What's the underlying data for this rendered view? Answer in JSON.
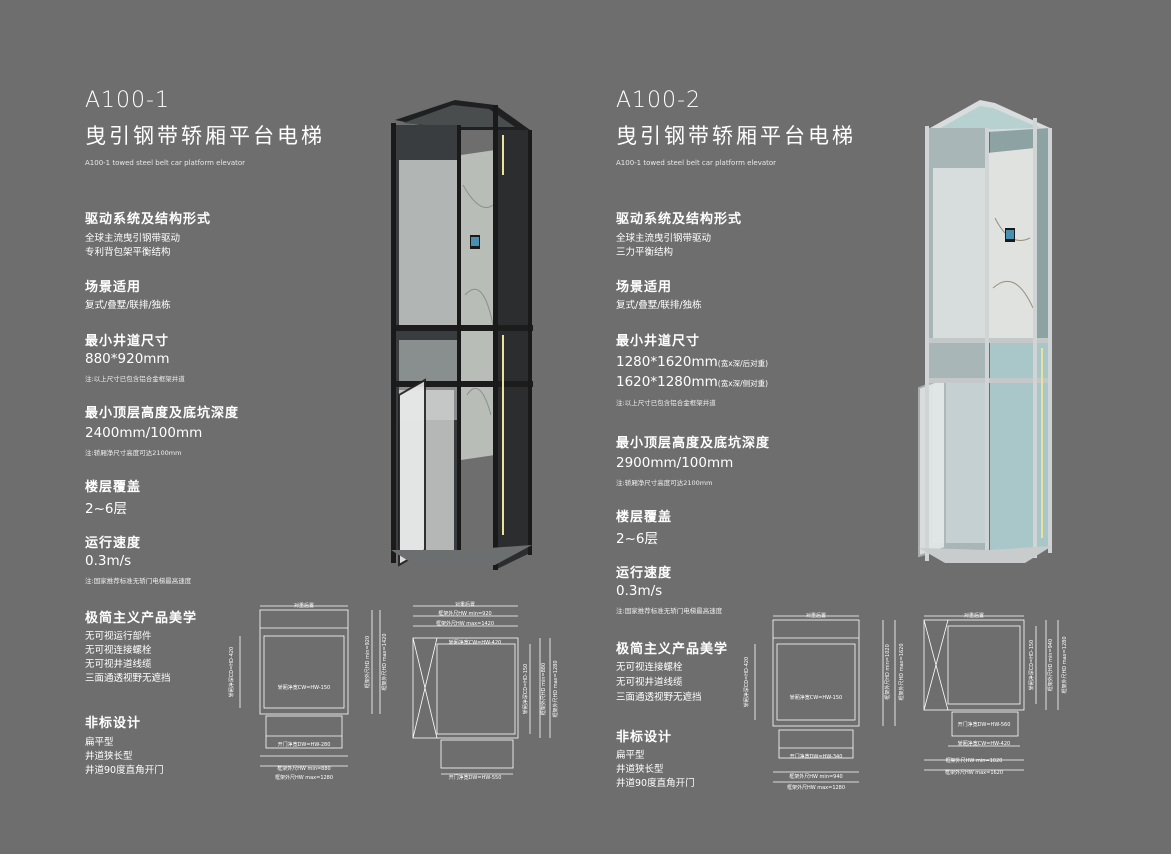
{
  "left": {
    "model": "A100-1",
    "name": "曳引钢带轿厢平台电梯",
    "en": "A100-1 towed steel belt car platform elevator",
    "drive": {
      "heading": "驱动系统及结构形式",
      "lines": [
        "全球主流曳引钢带驱动",
        "专利背包架平衡结构"
      ]
    },
    "scene": {
      "heading": "场景适用",
      "text": "复式/叠墅/联排/独栋"
    },
    "shaft": {
      "heading": "最小井道尺寸",
      "value": "880*920mm",
      "note": "注:以上尺寸已包含铝合金框架井道"
    },
    "height": {
      "heading": "最小顶层高度及底坑深度",
      "value": "2400mm/100mm",
      "note": "注:轿厢净尺寸高度可达2100mm"
    },
    "floors": {
      "heading": "楼层覆盖",
      "value": "2~6层"
    },
    "speed": {
      "heading": "运行速度",
      "value": "0.3m/s",
      "note": "注:国家推荐标准无轿门电梯最高速度"
    },
    "aesthetic": {
      "heading": "极简主义产品美学",
      "lines": [
        "无可视运行部件",
        "无可视连接螺栓",
        "无可视井道线缆",
        "三面通透视野无遮挡"
      ]
    },
    "custom": {
      "heading": "非标设计",
      "lines": [
        "扁平型",
        "井道狭长型",
        "井道90度直角开门"
      ]
    },
    "drawing1": {
      "top": "对重后置",
      "car": "轿厢净宽CW=HW-150",
      "left": "轿厢净深CD=HD-420",
      "right1": "框架外尺HD min=920",
      "right2": "框架外尺HD max=1420",
      "door": "开门净宽DW=HW-280",
      "b1": "框架外尺HW min=880",
      "b2": "框架外尺HW max=1280"
    },
    "drawing2": {
      "top": "对重后置",
      "t1": "框架外尺HW min=920",
      "t2": "框架外尺HW max=1420",
      "car": "轿厢净宽CW=HW-420",
      "r0": "轿厢净深CD=HD-150",
      "r1": "框架外尺HD min=880",
      "r2": "框架外尺HD max=1280",
      "door": "开门净宽DW=HW-550"
    }
  },
  "right": {
    "model": "A100-2",
    "name": "曳引钢带轿厢平台电梯",
    "en": "A100-1 towed steel belt car platform elevator",
    "drive": {
      "heading": "驱动系统及结构形式",
      "lines": [
        "全球主流曳引钢带驱动",
        "三力平衡结构"
      ]
    },
    "scene": {
      "heading": "场景适用",
      "text": "复式/叠墅/联排/独栋"
    },
    "shaft": {
      "heading": "最小井道尺寸",
      "v1": "1280*1620mm",
      "v1s": "(宽x深/后对重)",
      "v2": "1620*1280mm",
      "v2s": "(宽x深/侧对重)",
      "note": "注:以上尺寸已包含铝合金框架井道"
    },
    "height": {
      "heading": "最小顶层高度及底坑深度",
      "value": "2900mm/100mm",
      "note": "注:轿厢净尺寸高度可达2100mm"
    },
    "floors": {
      "heading": "楼层覆盖",
      "value": "2~6层"
    },
    "speed": {
      "heading": "运行速度",
      "value": "0.3m/s",
      "note": "注:国家推荐标准无轿门电梯最高速度"
    },
    "aesthetic": {
      "heading": "极简主义产品美学",
      "lines": [
        "无可视连接螺栓",
        "无可视井道线缆",
        "三面通透视野无遮挡"
      ]
    },
    "custom": {
      "heading": "非标设计",
      "lines": [
        "扁平型",
        "井道狭长型",
        "井道90度直角开门"
      ]
    },
    "drawing3": {
      "top": "对重后置",
      "car": "轿厢净宽CW=HW-150",
      "left": "轿厢净深CD=HD-420",
      "right1": "框架外尺HD min=1020",
      "right2": "框架外尺HD max=1620",
      "door": "开门净宽DW=HW-340",
      "b1": "框架外尺HW min=940",
      "b2": "框架外尺HW max=1280"
    },
    "drawing4": {
      "top": "对重后置",
      "r0": "轿厢净深CD=HD-150",
      "r1": "框架外尺HD min=940",
      "r2": "框架外尺HD max=1280",
      "door": "开门净宽DW=HW-560",
      "car": "轿厢净宽CW=HW-420",
      "b1": "框架外尺HW min=1020",
      "b2": "框架外尺HW max=1620"
    }
  }
}
